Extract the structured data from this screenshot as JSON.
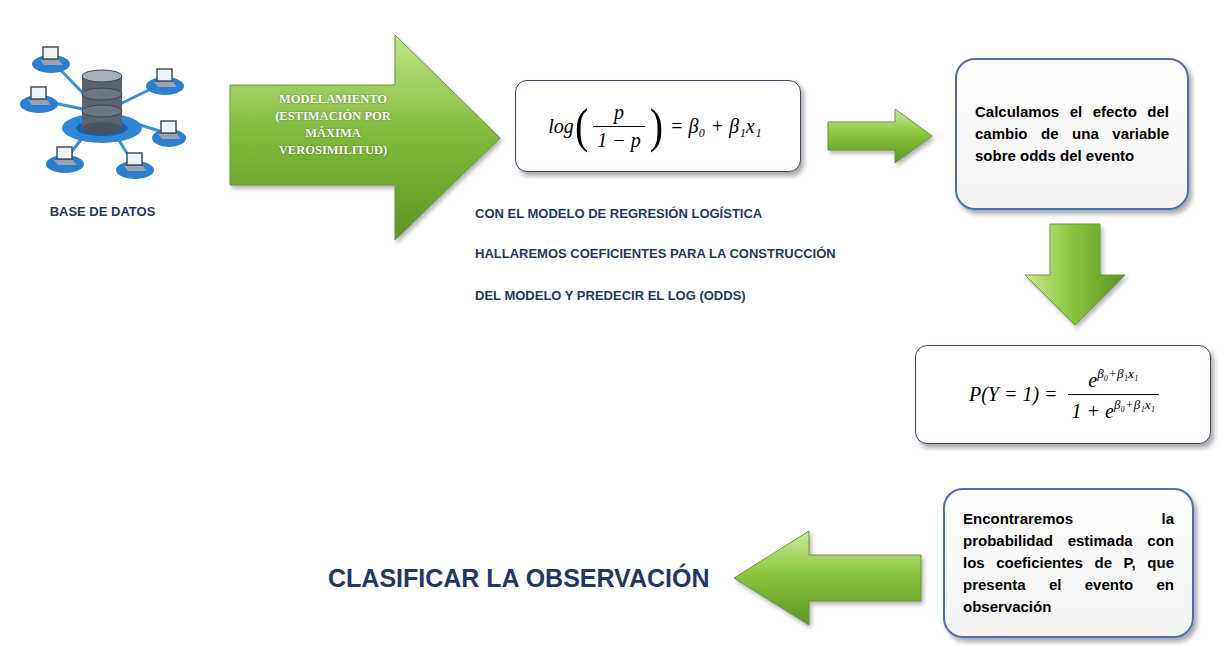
{
  "diagram": {
    "nodes": [
      {
        "text": [
          "BASE DE DATOS"
        ]
      },
      {
        "text": [
          "MODELAMIENTO (ESTIMACIÓN POR MÁXIMA VEROSIMILITUD)"
        ]
      },
      {
        "text": [
          "log",
          "(",
          "p",
          "1 − p",
          ")",
          "= β₀ + β₁x₁"
        ]
      },
      {
        "text": [
          "Calculamos el efecto del cambio de una variable sobre odds del evento"
        ]
      },
      {
        "text": [
          "P(Y = 1) =",
          "e",
          "β₀+β₁x₁",
          "1 + e",
          "β₀+β₁x₁"
        ]
      },
      {
        "text": [
          "Encontraremos la probabilidad estimada con los coeficientes de P, que presenta el evento en observación"
        ]
      },
      {
        "text": [
          "CLASIFICAR LA OBSERVACIÓN"
        ]
      }
    ],
    "edges": [
      {
        "from": 2,
        "to": 3,
        "arrow": "to"
      },
      {
        "from": 3,
        "to": 4,
        "arrow": "to"
      },
      {
        "from": 5,
        "to": 6,
        "arrow": "to"
      }
    ],
    "labels": [
      "CON EL MODELO DE REGRESIÓN LOGÍSTICA",
      "HALLAREMOS COEFICIENTES PARA LA CONSTRUCCIÓN",
      "DEL MODELO Y PREDECIR EL LOG (ODDS)"
    ]
  }
}
